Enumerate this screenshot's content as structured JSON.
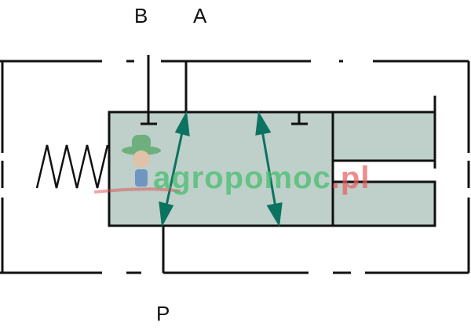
{
  "ports": {
    "b": "B",
    "a": "A",
    "p": "P"
  },
  "watermark": {
    "main": "agropomoc",
    "suffix": ".pl"
  },
  "colors": {
    "valve_fill": "#bfcfca",
    "arrow": "#0b7360",
    "line": "#111111"
  }
}
